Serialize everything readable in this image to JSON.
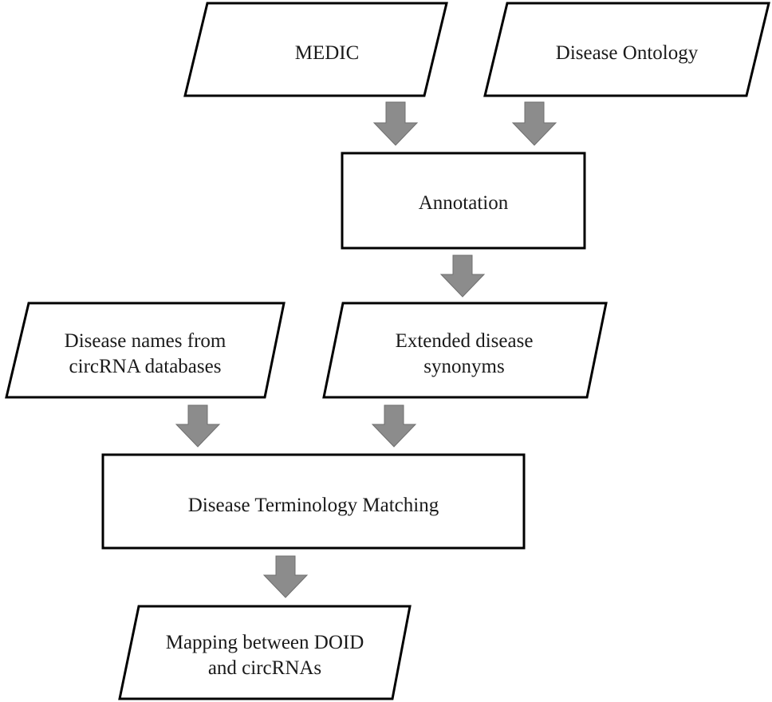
{
  "colors": {
    "arrow_fill": "#8c8c8c",
    "shape_stroke": "#000000",
    "background": "#ffffff"
  },
  "nodes": {
    "medic": {
      "lines": [
        "MEDIC"
      ],
      "shape": "parallelogram"
    },
    "disease_ontology": {
      "lines": [
        "Disease Ontology"
      ],
      "shape": "parallelogram"
    },
    "annotation": {
      "lines": [
        "Annotation"
      ],
      "shape": "rectangle"
    },
    "disease_names": {
      "lines": [
        "Disease names from",
        "circRNA databases"
      ],
      "shape": "parallelogram"
    },
    "extended_synonyms": {
      "lines": [
        "Extended disease",
        "synonyms"
      ],
      "shape": "parallelogram"
    },
    "terminology_matching": {
      "lines": [
        "Disease Terminology Matching"
      ],
      "shape": "rectangle"
    },
    "mapping": {
      "lines": [
        "Mapping between DOID",
        "and circRNAs"
      ],
      "shape": "parallelogram"
    }
  },
  "edges": [
    {
      "from": "medic",
      "to": "annotation"
    },
    {
      "from": "disease_ontology",
      "to": "annotation"
    },
    {
      "from": "annotation",
      "to": "extended_synonyms"
    },
    {
      "from": "disease_names",
      "to": "terminology_matching"
    },
    {
      "from": "extended_synonyms",
      "to": "terminology_matching"
    },
    {
      "from": "terminology_matching",
      "to": "mapping"
    }
  ]
}
